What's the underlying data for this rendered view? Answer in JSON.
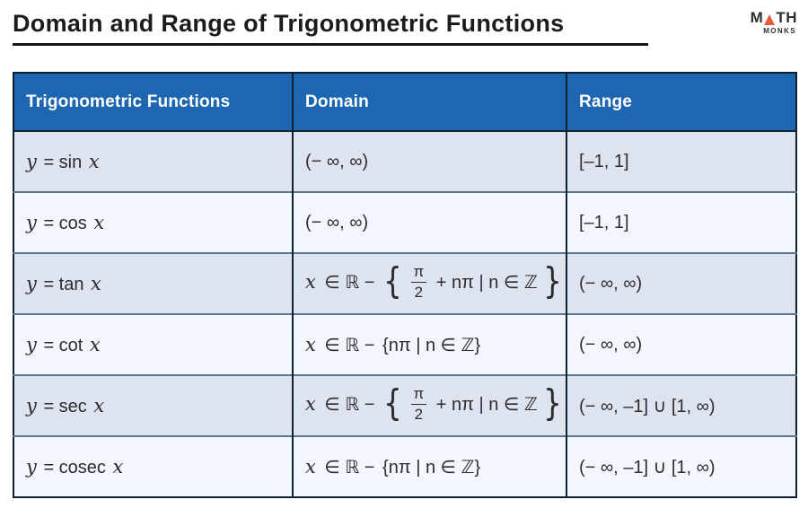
{
  "page": {
    "title": "Domain and Range of Trigonometric Functions"
  },
  "logo": {
    "word_m": "M",
    "word_th": "TH",
    "sub": "MONKS",
    "accent_color": "#e45b3d"
  },
  "colors": {
    "header_bg": "#1d67b2",
    "row_odd_bg": "#dee3f0",
    "row_even_bg": "#f3f6fd",
    "outer_border": "#0c2233",
    "row_divider": "#5a7590",
    "header_text": "#ffffff"
  },
  "table": {
    "headers": [
      "Trigonometric Functions",
      "Domain",
      "Range"
    ],
    "rows": [
      {
        "fn": {
          "y": "y",
          "op": "= sin",
          "x": "x"
        },
        "domain": {
          "kind": "interval",
          "text": "(− ∞, ∞)"
        },
        "range": "[–1, 1]"
      },
      {
        "fn": {
          "y": "y",
          "op": "= cos",
          "x": "x"
        },
        "domain": {
          "kind": "interval",
          "text": "(− ∞, ∞)"
        },
        "range": "[–1, 1]"
      },
      {
        "fn": {
          "y": "y",
          "op": "= tan",
          "x": "x"
        },
        "domain": {
          "kind": "set-fraction",
          "var": "x",
          "rel": "∈ ℝ −",
          "lbrace": "{",
          "num": "π",
          "den": "2",
          "tail": "+ nπ | n ∈ ℤ",
          "rbrace": "}"
        },
        "range": "(− ∞, ∞)"
      },
      {
        "fn": {
          "y": "y",
          "op": "= cot",
          "x": "x"
        },
        "domain": {
          "kind": "set",
          "var": "x",
          "rel": "∈ ℝ −",
          "set": "{nπ | n ∈ ℤ}"
        },
        "range": "(− ∞, ∞)"
      },
      {
        "fn": {
          "y": "y",
          "op": "= sec",
          "x": "x"
        },
        "domain": {
          "kind": "set-fraction",
          "var": "x",
          "rel": "∈ ℝ −",
          "lbrace": "{",
          "num": "π",
          "den": "2",
          "tail": "+ nπ | n ∈ ℤ",
          "rbrace": "}"
        },
        "range": "(− ∞, –1] ∪ [1, ∞)"
      },
      {
        "fn": {
          "y": "y",
          "op": "= cosec",
          "x": "x"
        },
        "domain": {
          "kind": "set",
          "var": "x",
          "rel": "∈ ℝ −",
          "set": "{nπ | n ∈ ℤ}"
        },
        "range": "(− ∞, –1] ∪ [1, ∞)"
      }
    ]
  }
}
